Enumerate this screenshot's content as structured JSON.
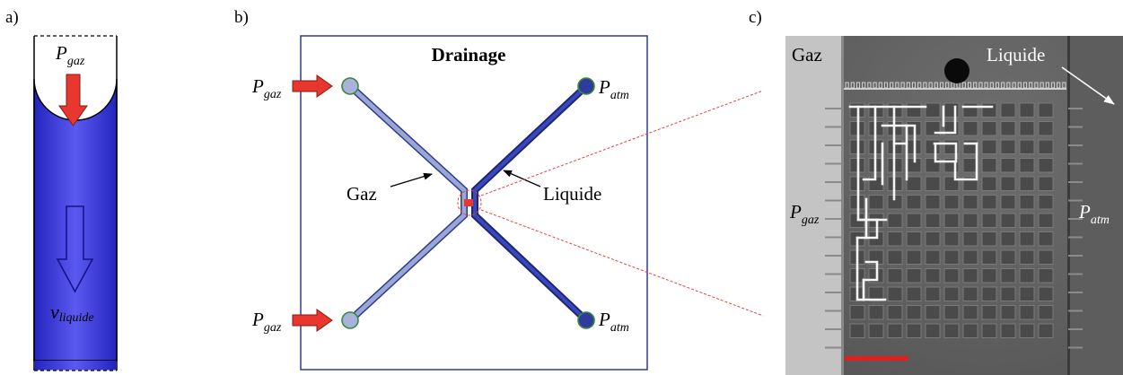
{
  "panel_a": {
    "label": "a)",
    "pressure_main": "P",
    "pressure_sub": "gaz",
    "velocity_main": "v",
    "velocity_sub": "liquide"
  },
  "panel_b": {
    "label": "b)",
    "title": "Drainage",
    "inlet_top_main": "P",
    "inlet_top_sub": "gaz",
    "inlet_bottom_main": "P",
    "inlet_bottom_sub": "gaz",
    "outlet_top_main": "P",
    "outlet_top_sub": "atm",
    "outlet_bottom_main": "P",
    "outlet_bottom_sub": "atm",
    "gas_channel_label": "Gaz",
    "liquid_channel_label": "Liquide"
  },
  "panel_c": {
    "label": "c)",
    "gas_label": "Gaz",
    "liquid_label": "Liquide",
    "left_pressure_main": "P",
    "left_pressure_sub": "gaz",
    "right_pressure_main": "P",
    "right_pressure_sub": "atm",
    "scale_bar_color": "#e02020"
  },
  "colors": {
    "arrow_red": "#e8372f",
    "liquid_blue": "#3232cf",
    "channel_gas": "#9aa6d6",
    "channel_liquid": "#2f3c9e",
    "node_green": "#3a8a3a",
    "zoom_line": "#e84040"
  }
}
